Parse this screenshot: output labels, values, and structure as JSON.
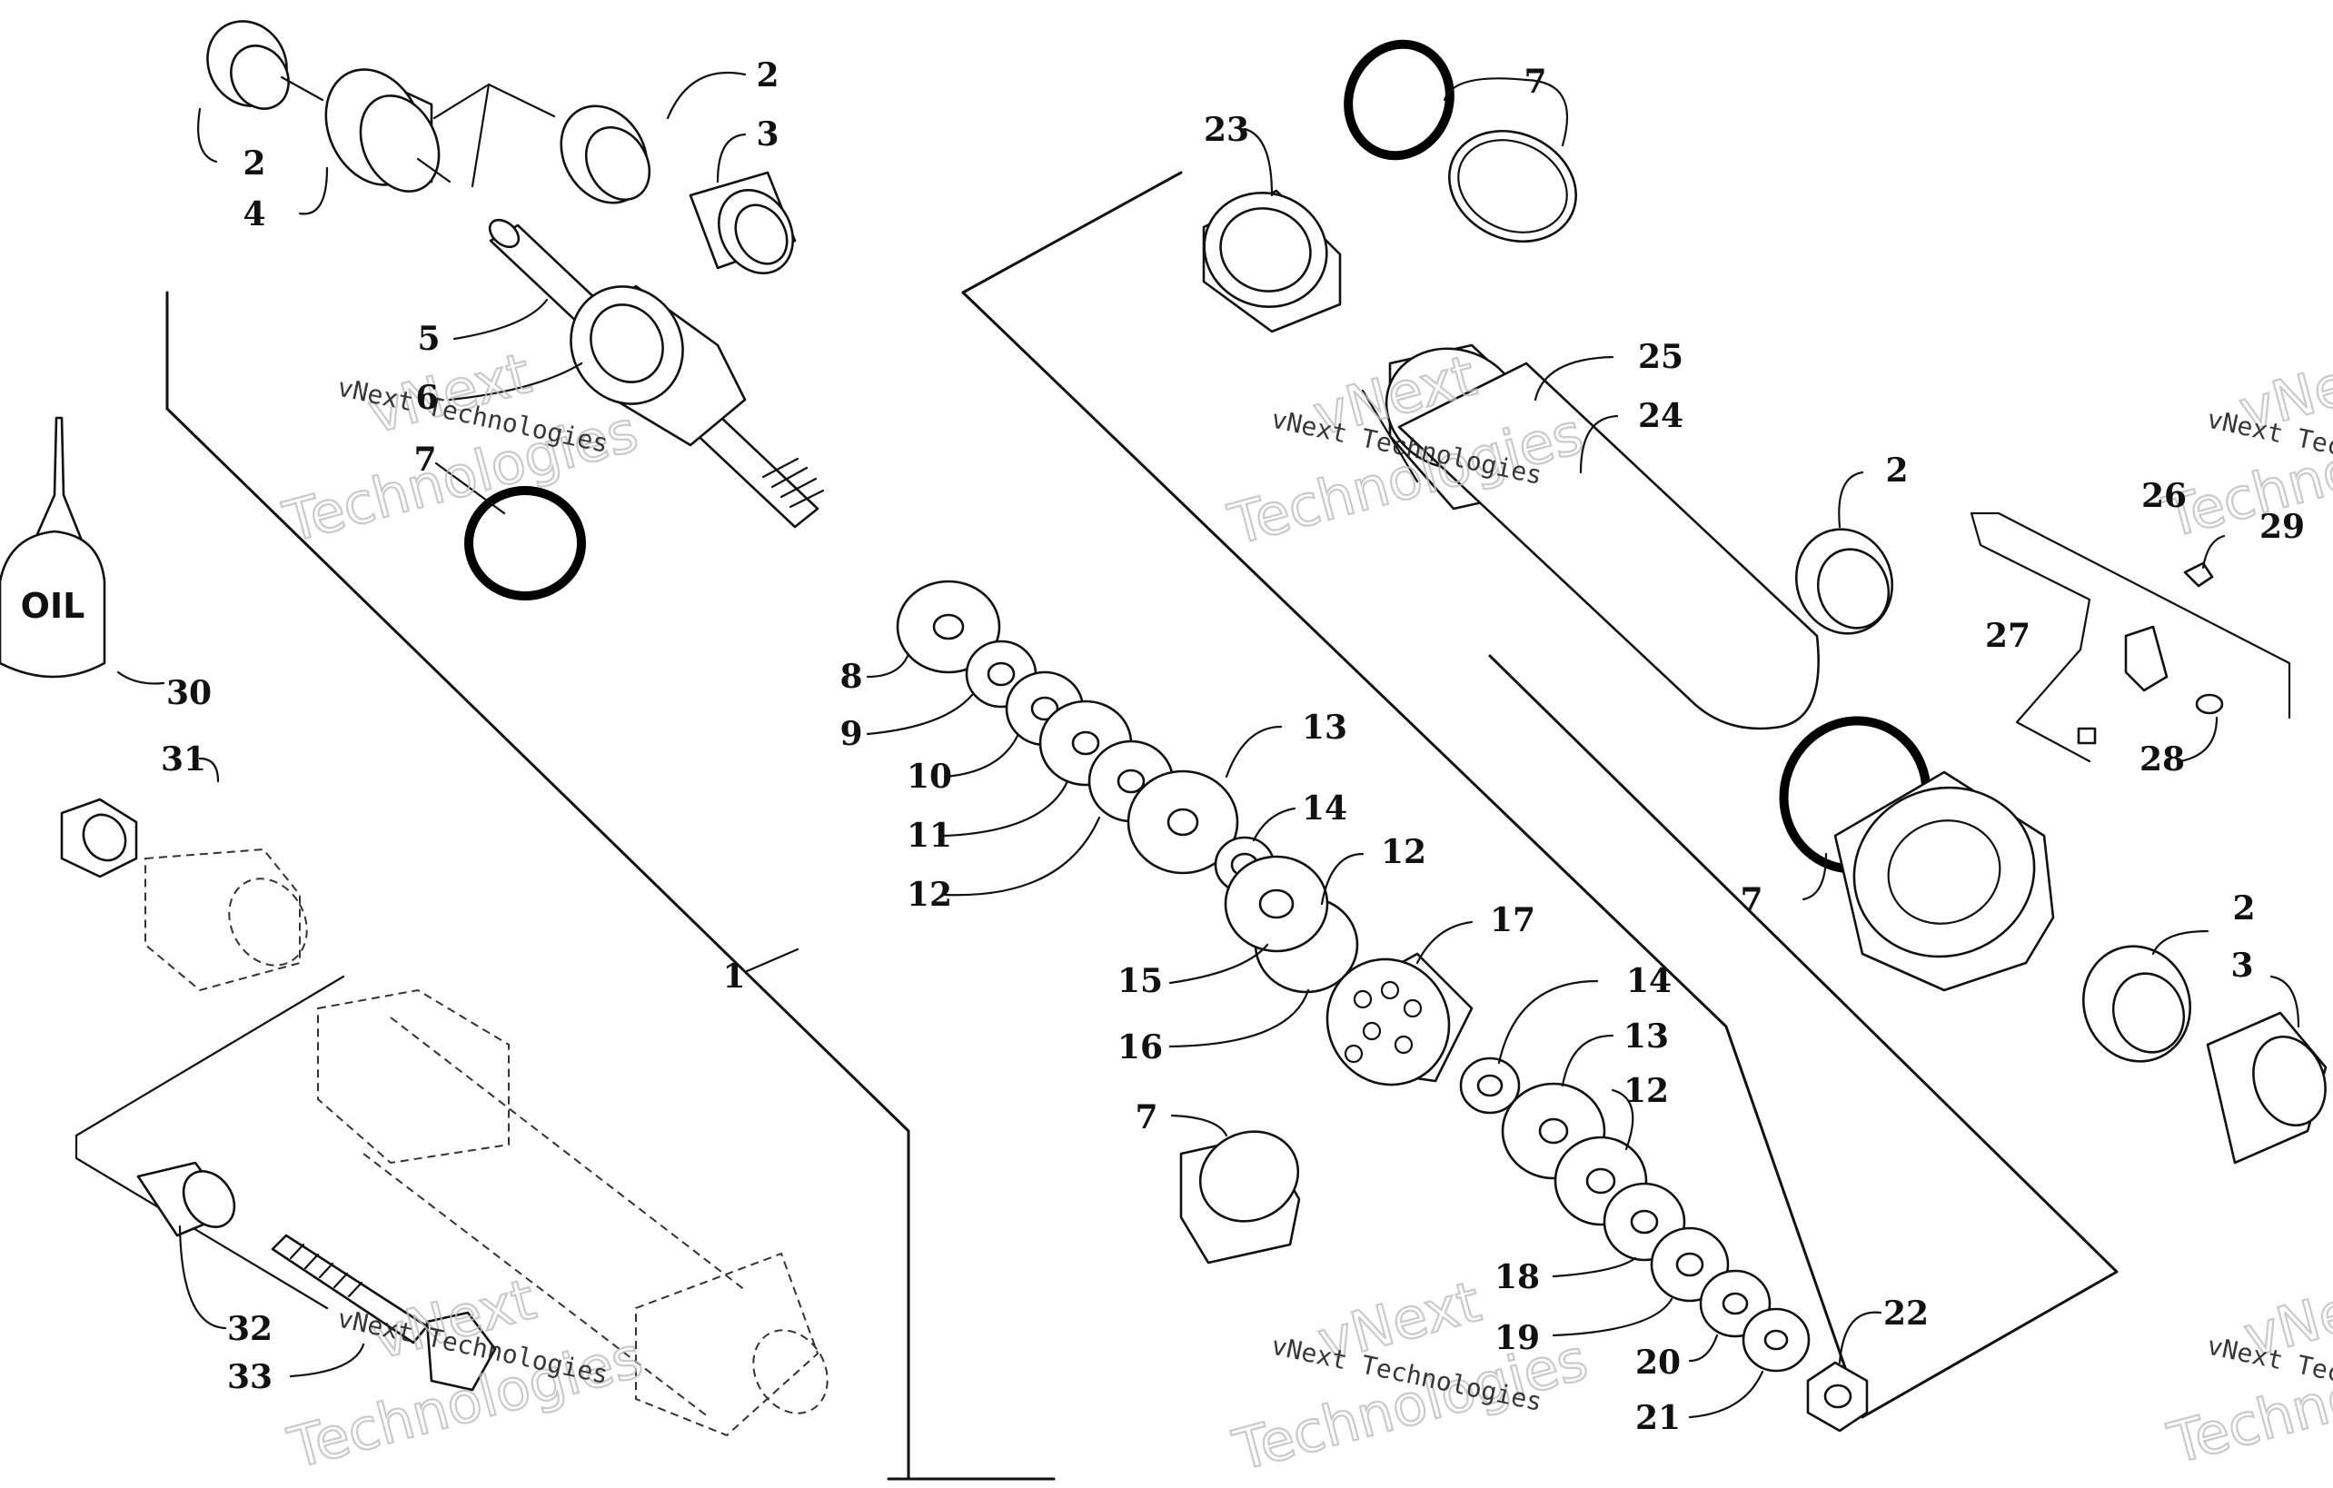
{
  "bottle_label": "OIL",
  "callouts": {
    "c1": "1",
    "c2a": "2",
    "c2b": "2",
    "c2c": "2",
    "c2d": "2",
    "c3a": "3",
    "c3b": "3",
    "c4": "4",
    "c5": "5",
    "c6": "6",
    "c7a": "7",
    "c7b": "7",
    "c7c": "7",
    "c7d": "7",
    "c8": "8",
    "c9": "9",
    "c10": "10",
    "c11": "11",
    "c12a": "12",
    "c12b": "12",
    "c12c": "12",
    "c13a": "13",
    "c13b": "13",
    "c14a": "14",
    "c14b": "14",
    "c15": "15",
    "c16": "16",
    "c17": "17",
    "c18": "18",
    "c19": "19",
    "c20": "20",
    "c21": "21",
    "c22": "22",
    "c23": "23",
    "c24": "24",
    "c25": "25",
    "c26": "26",
    "c27": "27",
    "c28": "28",
    "c29": "29",
    "c30": "30",
    "c31": "31",
    "c32": "32",
    "c33": "33"
  },
  "watermark": {
    "company": "vNext Technologies",
    "partial_a": "vNext",
    "partial_b": "Technologies"
  }
}
